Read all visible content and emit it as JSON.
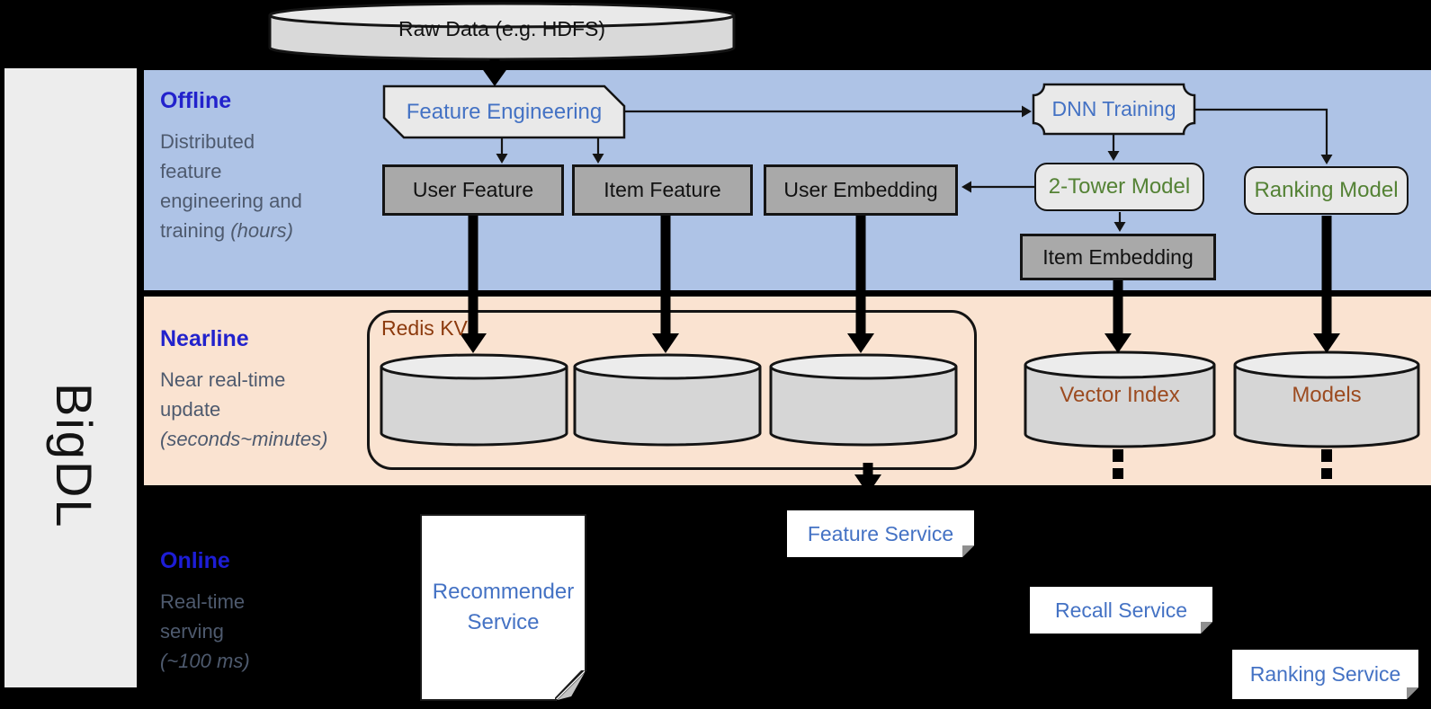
{
  "sidebar": {
    "brand": "BigDL"
  },
  "raw_data": {
    "label": "Raw Data (e.g. HDFS)"
  },
  "sections": {
    "offline": {
      "title": "Offline",
      "desc_line1": "Distributed",
      "desc_line2": "feature",
      "desc_line3": "engineering and",
      "desc_line4": "training",
      "desc_line4_italic": "(hours)"
    },
    "nearline": {
      "title": "Nearline",
      "desc_line1": "Near real-time",
      "desc_line2": "update",
      "desc_line3_italic": "(seconds~minutes)"
    },
    "online": {
      "title": "Online",
      "desc_line1": "Real-time",
      "desc_line2": "serving",
      "desc_line3_italic": "(~100 ms)"
    }
  },
  "nodes": {
    "feature_engineering": "Feature Engineering",
    "dnn_training": "DNN Training",
    "user_feature": "User Feature",
    "item_feature": "Item Feature",
    "user_embedding": "User Embedding",
    "two_tower_model": "2-Tower Model",
    "ranking_model": "Ranking Model",
    "item_embedding": "Item Embedding",
    "redis_kv": "Redis KV",
    "vector_index": "Vector Index",
    "models": "Models",
    "recommender_service": "Recommender Service",
    "feature_service": "Feature Service",
    "recall_service": "Recall Service",
    "ranking_service": "Ranking Service"
  },
  "colors": {
    "offline_bg": "#aec3e6",
    "nearline_bg": "#fae3d1",
    "online_bg": "#000000",
    "sidebar_bg": "#ededed",
    "section_title_blue": "#2222cc",
    "section_desc_gray": "#4e5a6e",
    "node_text_blue": "#4472c4",
    "node_text_green": "#548235",
    "redis_label_brown": "#8c3a0d",
    "cylinder_label_brown": "#9c4b20",
    "gray_box_fill": "#a9a9a9",
    "light_shape_fill": "#e9e9e9",
    "cylinder_fill": "#d6d6d6"
  }
}
